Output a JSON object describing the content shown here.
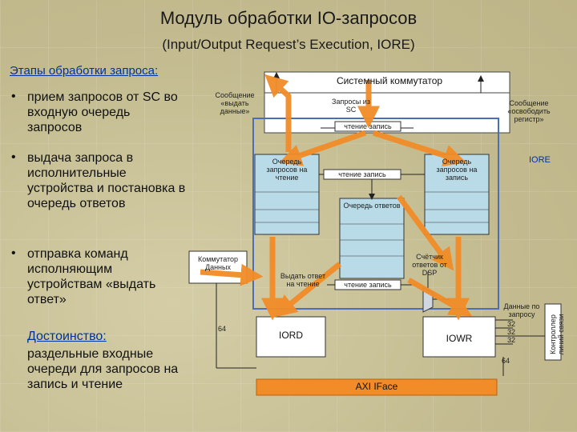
{
  "slide": {
    "title": "Модуль обработки IO-запросов",
    "subtitle": "(Input/Output Request’s Execution, IORE)",
    "stages_heading": "Этапы обработки запроса:",
    "bullets": [
      "прием запросов от SC во входную очередь запросов",
      "выдача запроса в исполнительные устройства и постановка в очередь ответов",
      "отправка команд исполняющим устройствам «выдать ответ»"
    ],
    "bullet_symbol": "•",
    "advantage_heading": "Достоинство:",
    "advantage_text": "раздельные входные очереди для запросов на запись и чтение"
  },
  "diagram": {
    "system_switch": "Системный коммутатор",
    "msg_give_data": "Сообщение «выдать данные»",
    "requests_from_sc": "Запросы из SC",
    "msg_free_register": "Сообщение «освободить регистр»",
    "read_write_top": "чтение запись",
    "iore": "IORE",
    "read_queue": "Очередь запросов на чтение",
    "read_write_mid": "чтение запись",
    "write_queue": "Очередь запросов на запись",
    "answer_queue": "Очередь ответов",
    "data_switch": "Коммутатор Данных",
    "give_answer": "Выдать ответ на чтение",
    "read_write_bot": "чтение запись",
    "dsp_counter": "Счётчик ответов от DSP",
    "data_to_request": "Данные по запросу",
    "link_controller": "Контроллер линий связи",
    "bus_64_left": "64",
    "bus_64_right": "64",
    "bus_32": [
      "32",
      "32",
      "32"
    ],
    "iord": "IORD",
    "iowr": "IOWR",
    "axi": "AXI IFace"
  },
  "colors": {
    "orange": "#f28c28",
    "queue_blue": "#b9dbe8",
    "frame_blue": "#4a6fb5",
    "axi_fill": "#f28c28",
    "text_blue": "#003399"
  }
}
